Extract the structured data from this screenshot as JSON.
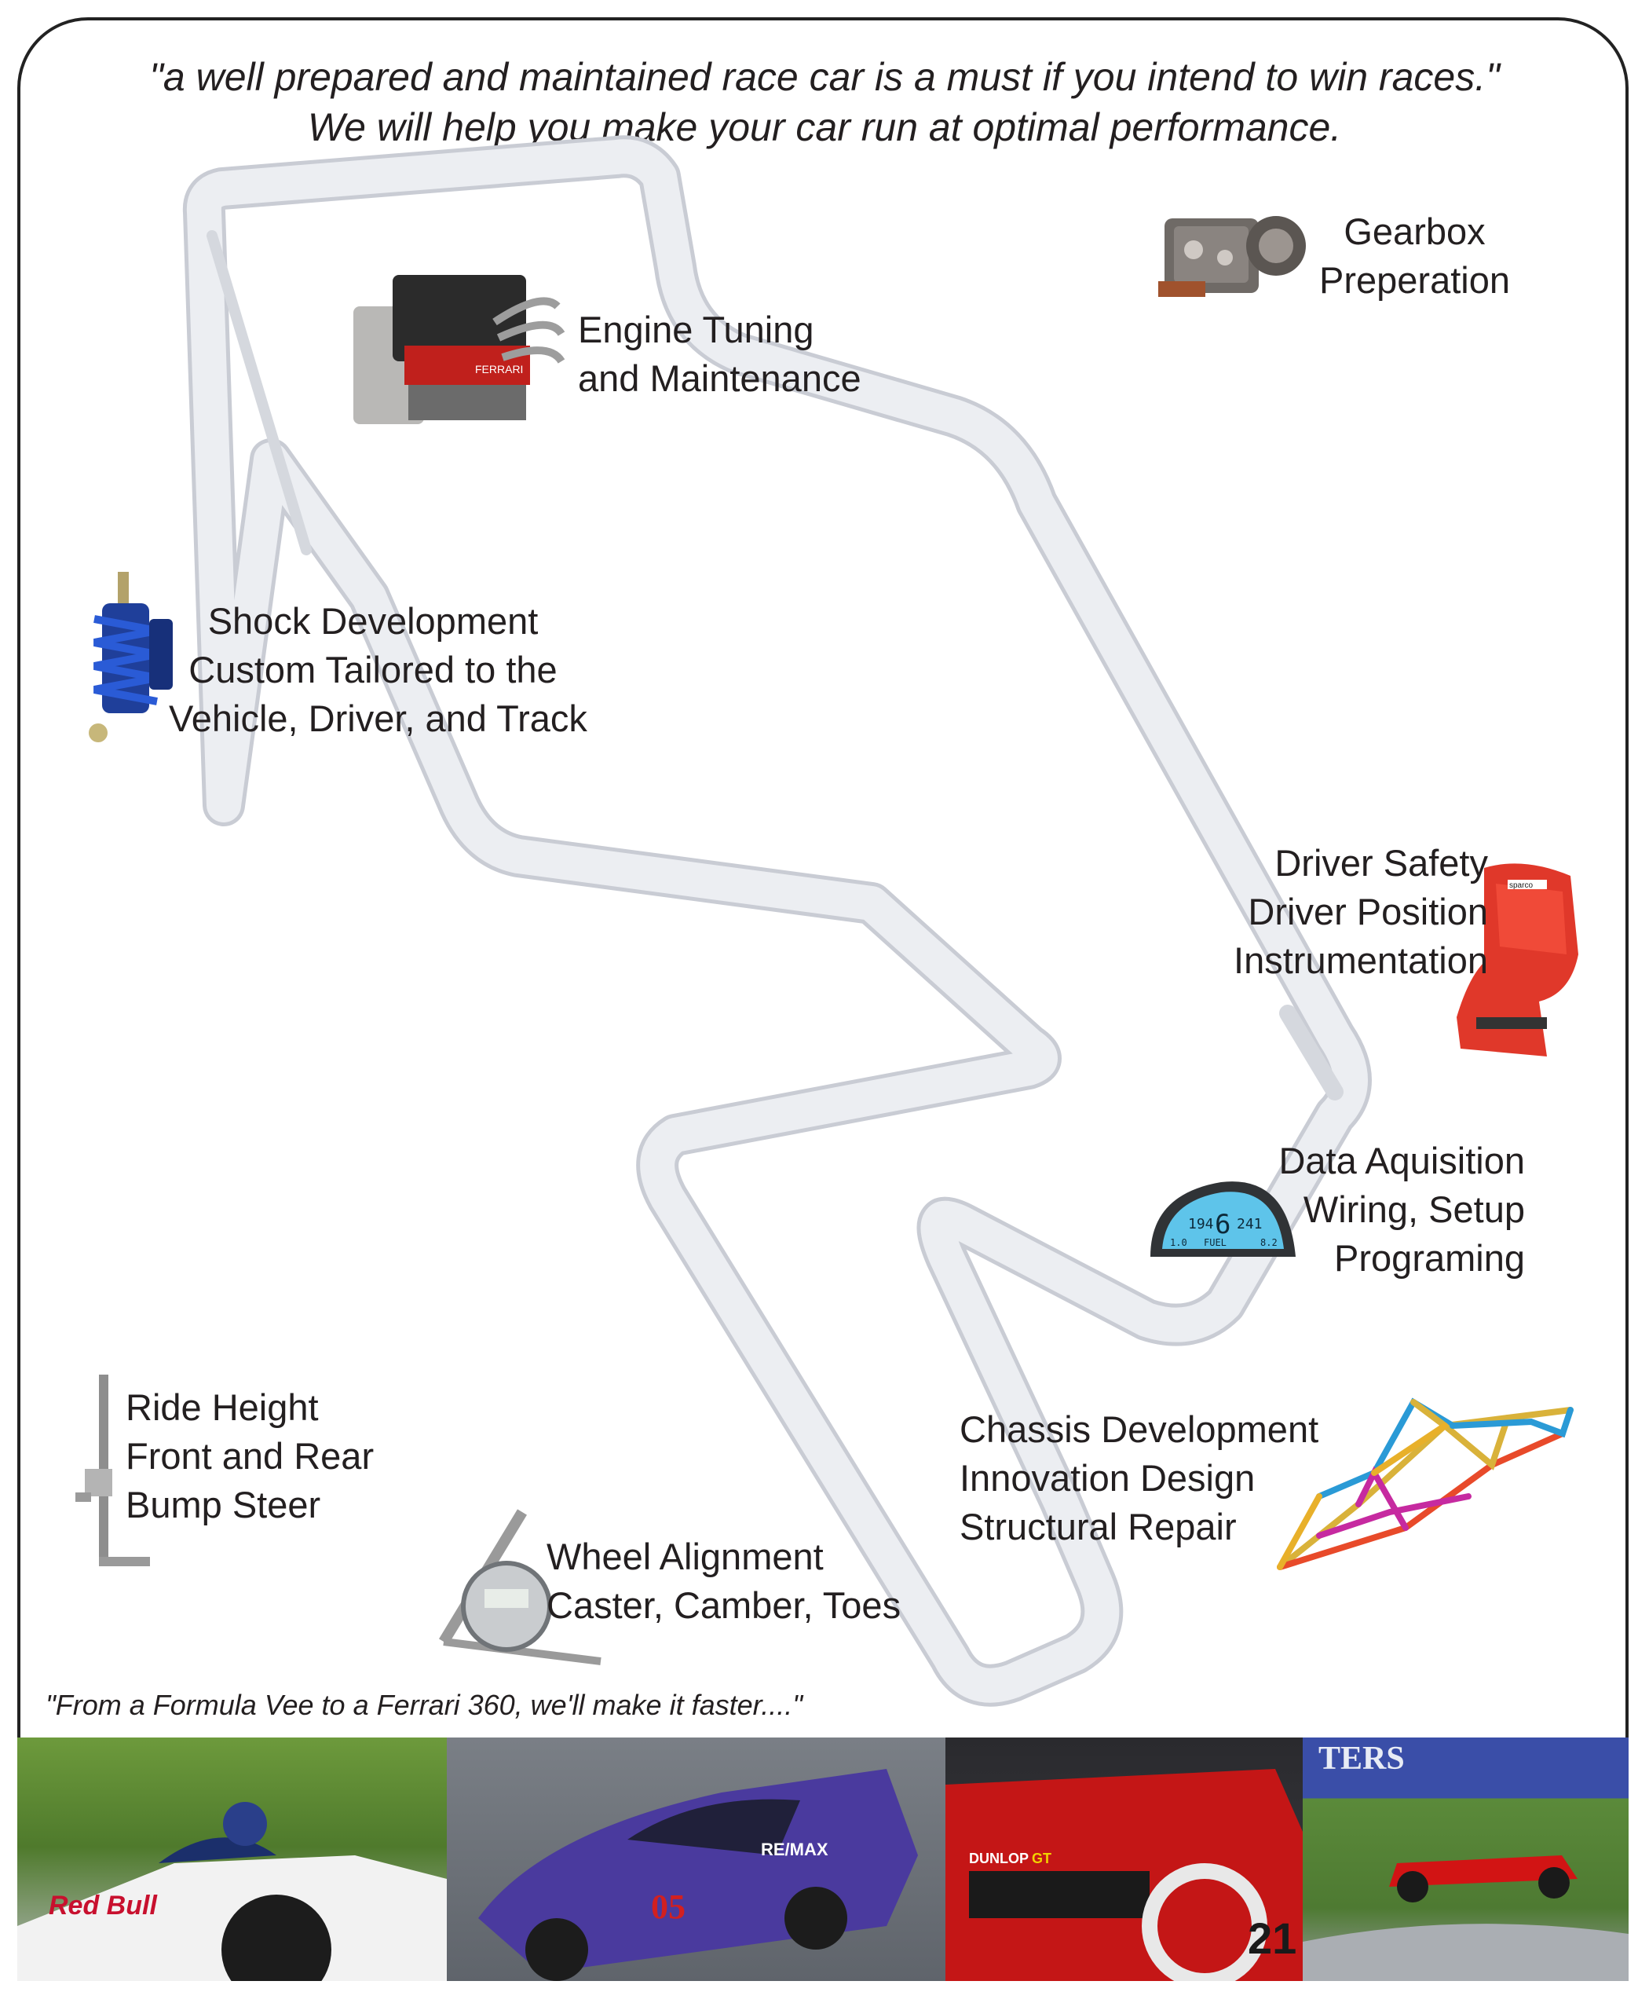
{
  "header": {
    "quote_line1": "\"a well prepared and maintained race car is a must if you intend to win races.\"",
    "quote_line2": "We will help you make your car run at optimal performance."
  },
  "services": {
    "gearbox": {
      "lines": [
        "Gearbox",
        "Preperation"
      ]
    },
    "engine": {
      "lines": [
        "Engine Tuning",
        "and Maintenance"
      ]
    },
    "shock": {
      "lines": [
        "Shock Development",
        "Custom Tailored to the",
        "Vehicle, Driver, and Track"
      ]
    },
    "safety": {
      "lines": [
        "Driver Safety",
        "Driver Position",
        "Instrumentation"
      ]
    },
    "data": {
      "lines": [
        "Data Aquisition",
        "Wiring, Setup",
        "Programing"
      ]
    },
    "chassis": {
      "lines": [
        "Chassis Development",
        "Innovation  Design",
        "Structural Repair"
      ]
    },
    "ride": {
      "lines": [
        "Ride Height",
        "Front and Rear",
        "Bump Steer"
      ]
    },
    "wheel": {
      "lines": [
        "Wheel Alignment",
        "Caster, Camber, Toes"
      ]
    }
  },
  "dash_display": {
    "rpm": "194",
    "gear": "6",
    "speed": "241",
    "fuel_label": "FUEL",
    "left_value": "1.0",
    "right_value": "8.2"
  },
  "seat_brand": "sparco",
  "engine_brand": "FERRARI",
  "footer": {
    "quote": "\"From a Formula Vee to a Ferrari 360, we'll make it faster....\"",
    "photos": {
      "p1_livery": "Red Bull",
      "p2_number": "05",
      "p2_sponsor": "RE/MAX",
      "p3_number": "21",
      "p3_sponsor": "DUNLOP",
      "p3_class": "GT",
      "p4_banner": "TERS"
    }
  },
  "colors": {
    "track": "#e9eaee",
    "track_edge": "#c9ccd4",
    "text": "#231f20",
    "frame": "#222222"
  }
}
